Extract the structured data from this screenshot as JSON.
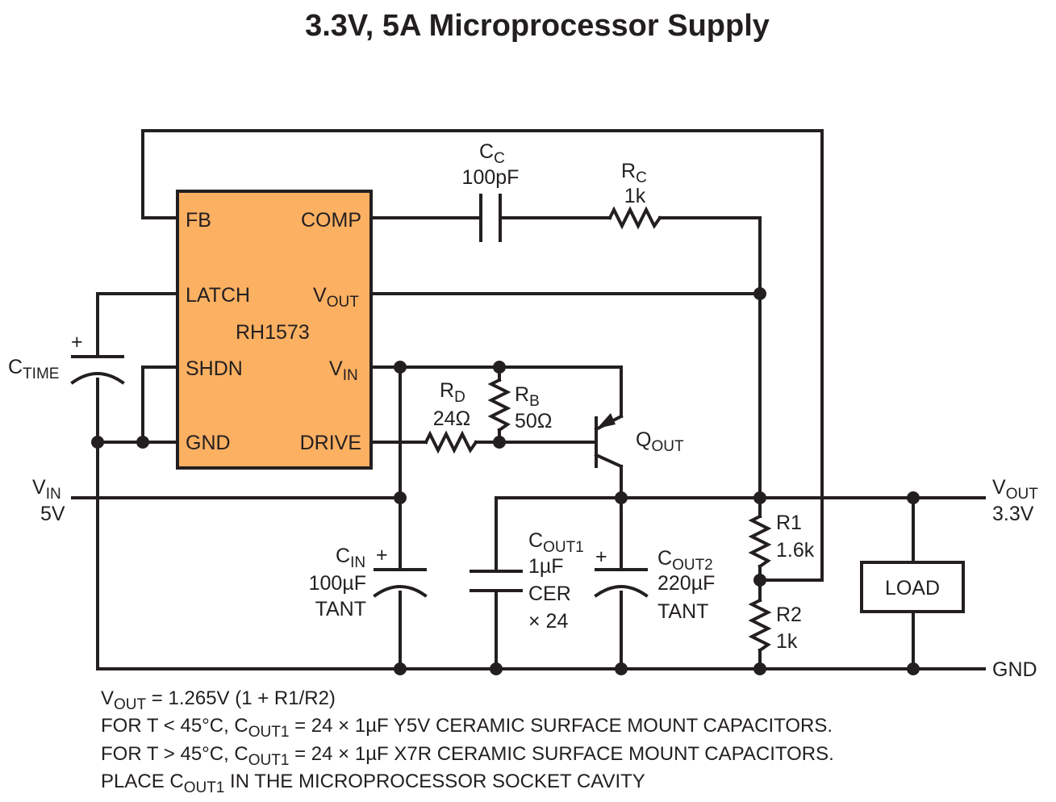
{
  "title": "3.3V, 5A Microprocessor Supply",
  "colors": {
    "ic_fill": "#fbb062",
    "ink": "#231f20"
  },
  "ic": {
    "name": "RH1573",
    "pins": {
      "fb": "FB",
      "comp": "COMP",
      "latch": "LATCH",
      "vout_main": "V",
      "vout_sub": "OUT",
      "shdn": "SHDN",
      "vin_main": "V",
      "vin_sub": "IN",
      "gnd": "GND",
      "drive": "DRIVE"
    }
  },
  "components": {
    "cc": {
      "main": "C",
      "sub": "C",
      "value": "100pF"
    },
    "rc": {
      "main": "R",
      "sub": "C",
      "value": "1k"
    },
    "ctime": {
      "main": "C",
      "sub": "TIME"
    },
    "rd": {
      "main": "R",
      "sub": "D",
      "value": "24Ω"
    },
    "rb": {
      "main": "R",
      "sub": "B",
      "value": "50Ω"
    },
    "qout": {
      "main": "Q",
      "sub": "OUT"
    },
    "cin": {
      "main": "C",
      "sub": "IN",
      "value": "100µF",
      "type": "TANT"
    },
    "cout1": {
      "main": "C",
      "sub": "OUT1",
      "value": "1µF",
      "type": "CER",
      "count": "× 24"
    },
    "cout2": {
      "main": "C",
      "sub": "OUT2",
      "value": "220µF",
      "type": "TANT"
    },
    "r1": {
      "name": "R1",
      "value": "1.6k"
    },
    "r2": {
      "name": "R2",
      "value": "1k"
    },
    "load": {
      "label": "LOAD"
    },
    "plus": "+"
  },
  "rails": {
    "vin": {
      "main": "V",
      "sub": "IN",
      "value": "5V"
    },
    "vout": {
      "main": "V",
      "sub": "OUT",
      "value": "3.3V"
    },
    "gnd": {
      "label": "GND"
    }
  },
  "notes": {
    "line1": {
      "a": "V",
      "a_sub": "OUT",
      "b": " = 1.265V (1 + R1/R2)"
    },
    "line2": {
      "a": "FOR T < 45°C, C",
      "a_sub": "OUT1",
      "b": " = 24 × 1µF Y5V CERAMIC SURFACE MOUNT CAPACITORS."
    },
    "line3": {
      "a": "FOR T > 45°C, C",
      "a_sub": "OUT1",
      "b": " = 24 × 1µF X7R CERAMIC SURFACE MOUNT CAPACITORS."
    },
    "line4": {
      "a": "PLACE C",
      "a_sub": "OUT1",
      "b": " IN THE MICROPROCESSOR SOCKET CAVITY"
    }
  }
}
